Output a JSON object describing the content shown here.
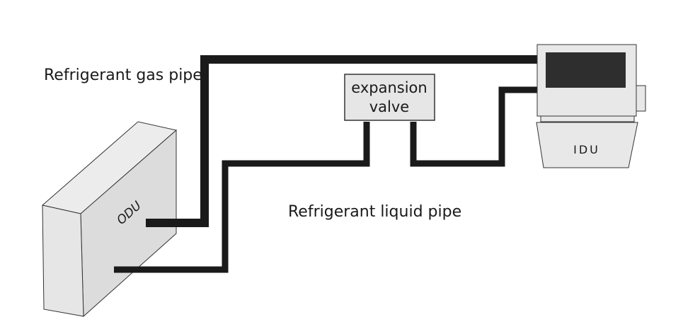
{
  "labels": {
    "gas_pipe": "Refrigerant gas pipe",
    "liquid_pipe": "Refrigerant liquid pipe",
    "valve_line1": "expansion",
    "valve_line2": "valve",
    "odu": "ODU",
    "idu": "IDU"
  },
  "colors": {
    "pipe": "#1a1a1a",
    "unit_face": "#e6e6e6",
    "unit_side": "#d6d6d6",
    "unit_top": "#ececec",
    "screen": "#2e2e2e",
    "outline": "#333333"
  }
}
